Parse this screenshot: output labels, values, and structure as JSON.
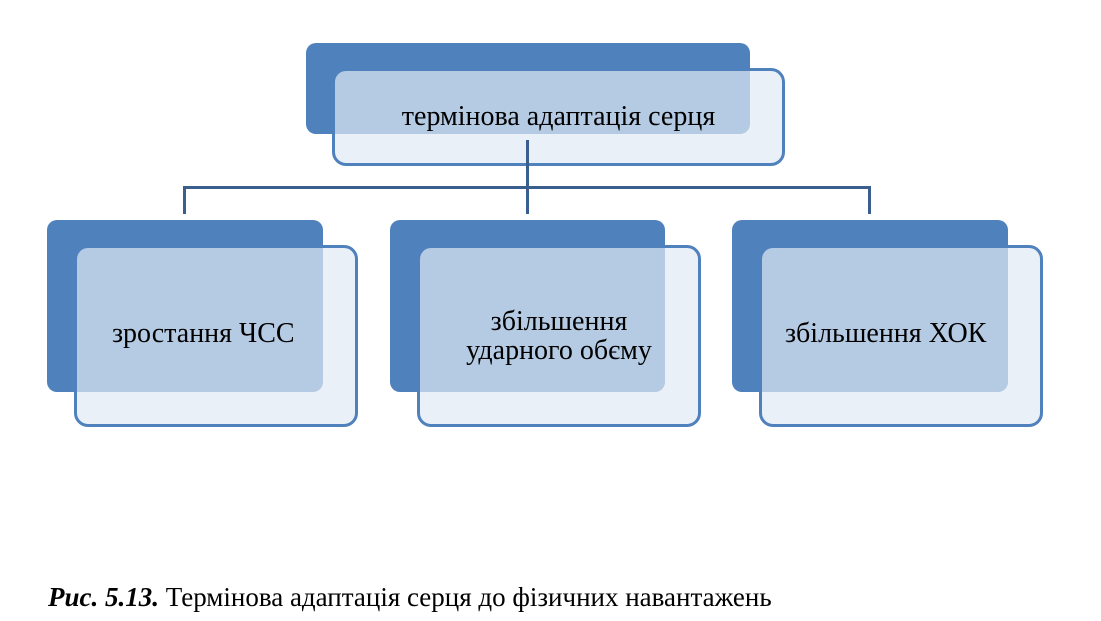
{
  "diagram": {
    "root": {
      "label": "термінова адаптація серця"
    },
    "children": [
      {
        "label": "зростання ЧСС"
      },
      {
        "label": "збільшення\nударного обєму"
      },
      {
        "label": "збільшення ХОК"
      }
    ],
    "colors": {
      "shadow_fill": "#4f81bd",
      "box_border": "#4f81bd",
      "connector": "#3a5f8e"
    }
  },
  "caption": {
    "label": "Рис. 5.13.",
    "text": " Термінова адаптація серця до фізичних навантажень"
  }
}
